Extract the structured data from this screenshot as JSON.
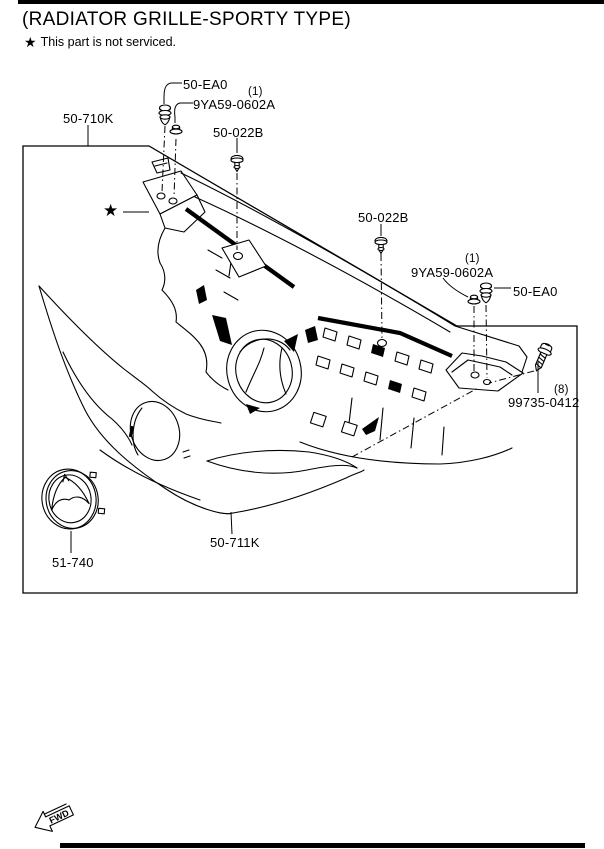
{
  "page": {
    "title": "(RADIATOR GRILLE-SPORTY TYPE)",
    "note_star": "★",
    "note": "This part is not serviced.",
    "star_marker": "★"
  },
  "labels": {
    "upper_grille": "50-710K",
    "clip_top": "50-EA0",
    "nut_top_qty": "(1)",
    "nut_top": "9YA59-0602A",
    "clip2_top": "50-022B",
    "clip2_right": "50-022B",
    "nut_right_qty": "(1)",
    "nut_right": "9YA59-0602A",
    "clip_right": "50-EA0",
    "screw_qty": "(8)",
    "screw": "99735-0412",
    "lower_grille": "50-711K",
    "emblem": "51-740",
    "fwd": "FWD"
  },
  "colors": {
    "ink": "#000000",
    "paper": "#ffffff"
  }
}
